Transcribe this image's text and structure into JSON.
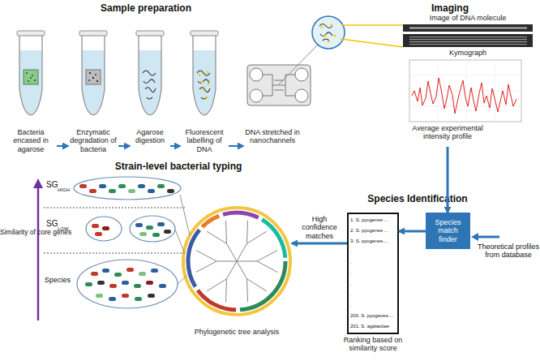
{
  "diagram": {
    "nodes": [
      {
        "text": [
          "Bacteria encased in agarose"
        ]
      },
      {
        "text": [
          "Enzymatic degradation of bacteria"
        ]
      },
      {
        "text": [
          "Agarose digestion"
        ]
      },
      {
        "text": [
          "Fluorescent labelling of DNA"
        ]
      },
      {
        "text": [
          "DNA stretched in nanochannels"
        ]
      },
      {
        "text": [
          "Image of DNA molecule"
        ]
      },
      {
        "text": [
          "Kymograph"
        ]
      },
      {
        "text": [
          "Average experimental intensity profile"
        ]
      },
      {
        "text": [
          "Species match finder"
        ]
      },
      {
        "text": [
          "1. S. pyogenes ...",
          "2. S. pyogenes ...",
          "3. S. pyogenes....",
          ".",
          ".",
          ".",
          ".",
          ".",
          ".",
          "200. S. pyogenes....",
          "201. S. agalactiae",
          "Ranking based on similarity score"
        ]
      },
      {
        "text": [
          "Phylogenetic tree analysis"
        ]
      }
    ],
    "edges": [
      {
        "from": 0,
        "to": 1,
        "arrow": "to"
      },
      {
        "from": 1,
        "to": 2,
        "arrow": "to"
      },
      {
        "from": 2,
        "to": 3,
        "arrow": "to"
      },
      {
        "from": 3,
        "to": 4,
        "arrow": "to"
      },
      {
        "from": 7,
        "to": 8,
        "arrow": "to"
      },
      {
        "from": 8,
        "to": 9,
        "arrow": "to"
      },
      {
        "from": 9,
        "to": 10,
        "label": "High confidence matches",
        "arrow": "to"
      }
    ],
    "labels": [
      "Sample preparation",
      "Imaging",
      "Strain-level bacterial typing",
      "Species Identification",
      "SG",
      "HIGH",
      "SG",
      "LOW",
      "Species",
      "Similarity of core genes",
      "Theoretical profiles from database"
    ]
  }
}
